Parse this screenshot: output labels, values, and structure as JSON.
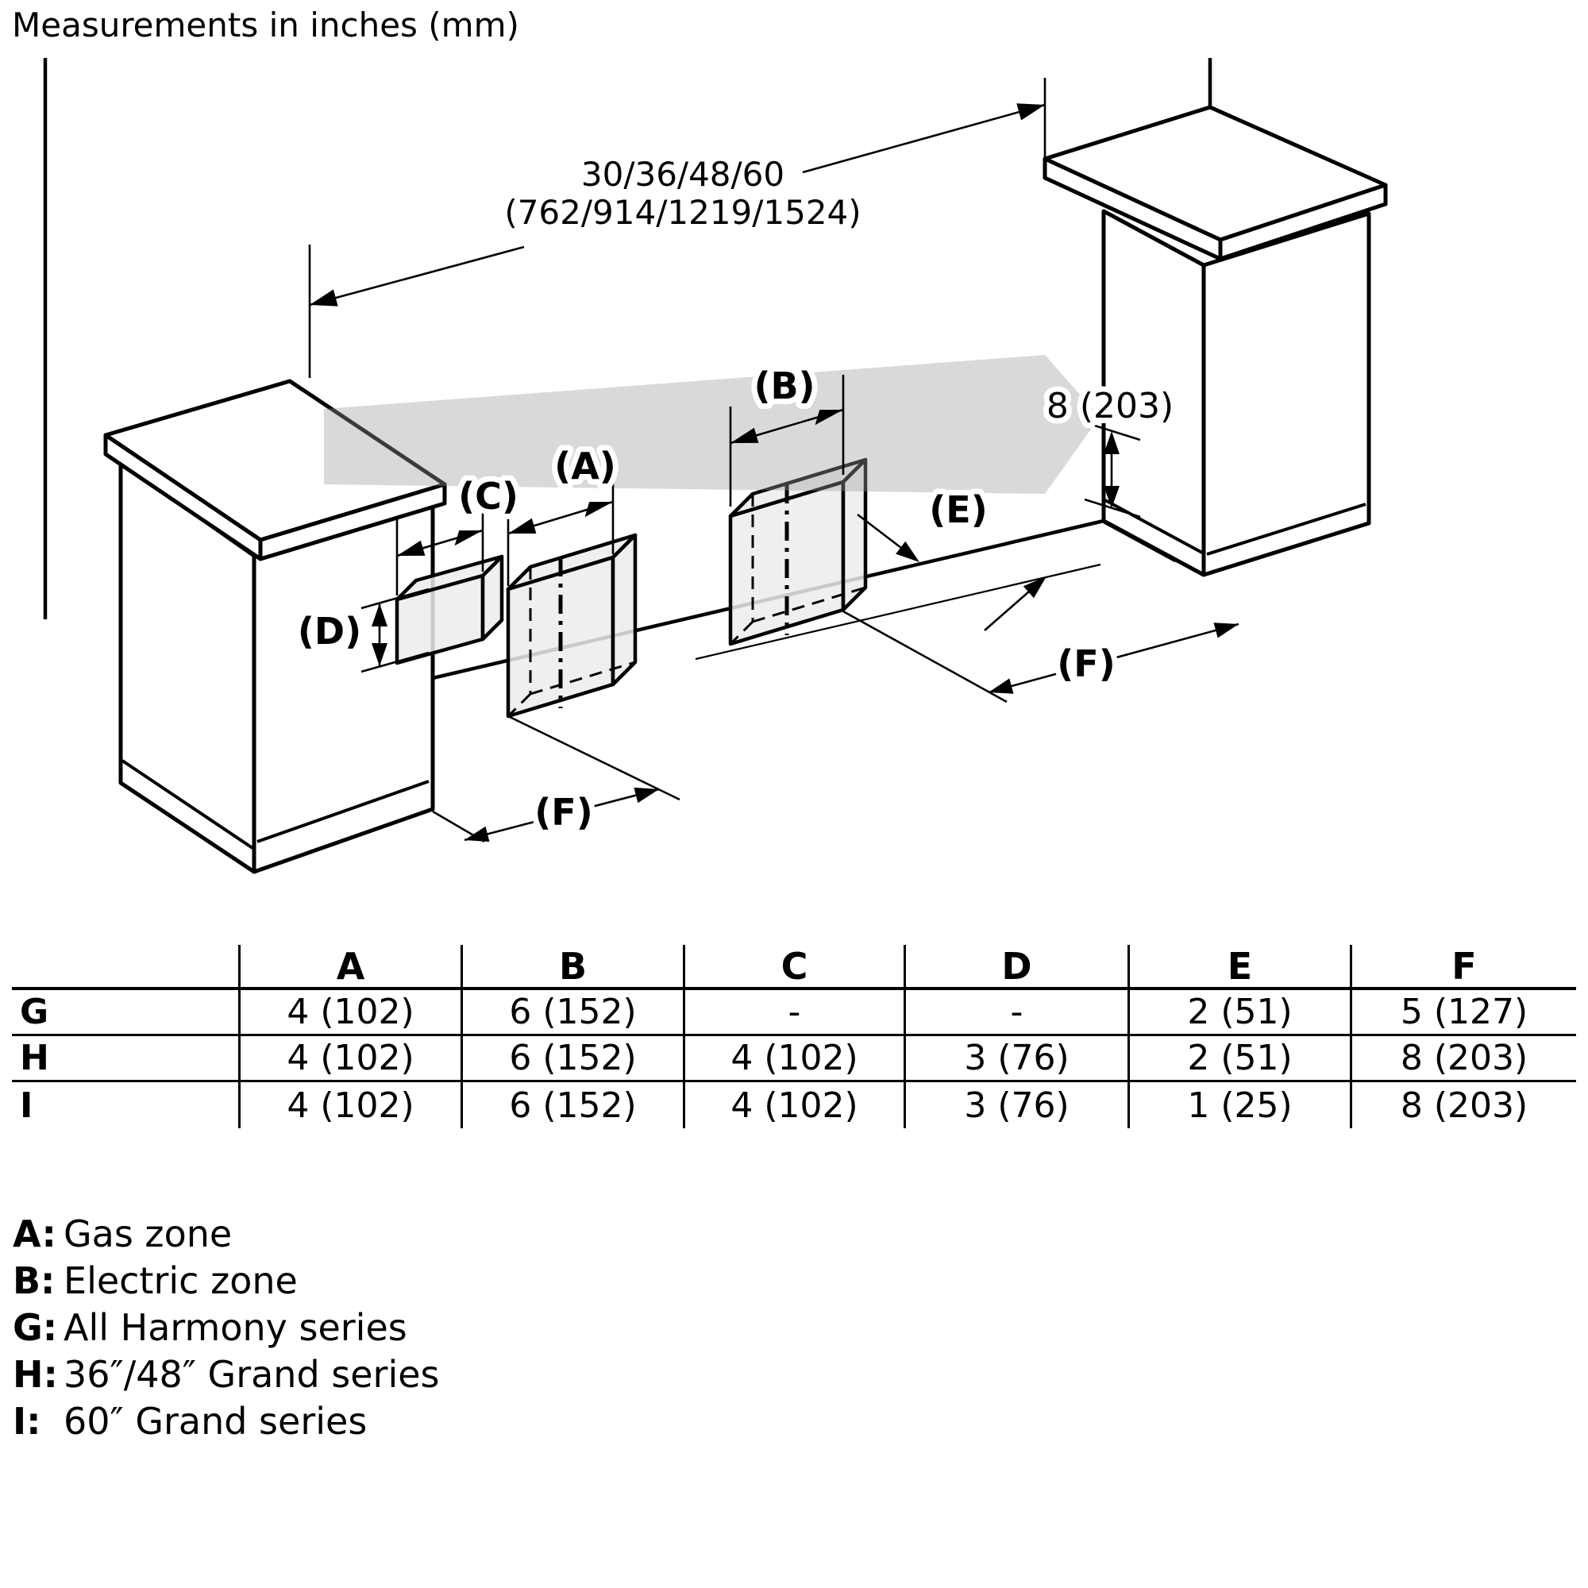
{
  "title": "Measurements in inches (mm)",
  "diagram": {
    "width_dim": {
      "line1": "30/36/48/60",
      "line2": "(762/914/1219/1524)"
    },
    "height_dim": "8 (203)",
    "labels": {
      "a": "(A)",
      "b": "(B)",
      "c": "(C)",
      "d": "(D)",
      "e": "(E)",
      "f_bottom": "(F)",
      "f_right": "(F)"
    },
    "elements": {
      "left_cabinet": "base cabinet left",
      "right_cabinet": "base cabinet right",
      "band": "8 inch clearance band along wall",
      "gas_zone_box": "gas zone block",
      "electric_zone_box": "electric zone block",
      "small_zone_box": "zone block"
    }
  },
  "table": {
    "headers": [
      "",
      "A",
      "B",
      "C",
      "D",
      "E",
      "F"
    ],
    "rows": [
      {
        "label": "G",
        "values": [
          "4 (102)",
          "6 (152)",
          "-",
          "-",
          "2 (51)",
          "5 (127)"
        ]
      },
      {
        "label": "H",
        "values": [
          "4 (102)",
          "6 (152)",
          "4 (102)",
          "3 (76)",
          "2 (51)",
          "8 (203)"
        ]
      },
      {
        "label": "I",
        "values": [
          "4 (102)",
          "6 (152)",
          "4 (102)",
          "3 (76)",
          "1 (25)",
          "8 (203)"
        ]
      }
    ]
  },
  "legend": {
    "items": [
      {
        "key": "A:",
        "text": "Gas zone"
      },
      {
        "key": "B:",
        "text": "Electric zone"
      },
      {
        "key": "G:",
        "text": "All Harmony series"
      },
      {
        "key": "H:",
        "text": "36″/48″ Grand series"
      },
      {
        "key": "I:",
        "text": "60″ Grand series"
      }
    ]
  },
  "colors": {
    "line": "#000000",
    "band": "#9a9a9a",
    "box_fill": "#ececec",
    "background": "#ffffff"
  }
}
